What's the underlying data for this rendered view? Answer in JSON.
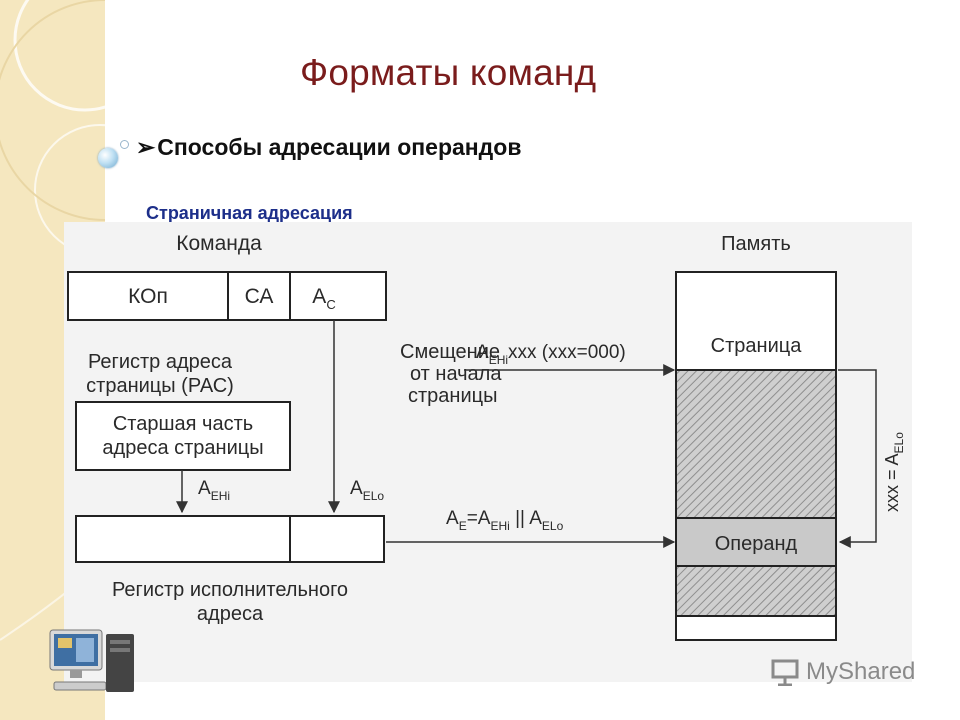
{
  "slide": {
    "title": "Форматы команд",
    "bullet": "Способы адресации операндов",
    "subtitle": "Страничная адресация"
  },
  "diagram": {
    "command_label": "Команда",
    "fields": {
      "kop": "КОп",
      "sa": "СА",
      "ac": "A",
      "ac_sub": "C"
    },
    "rar_label_line1": "Регистр адреса",
    "rar_label_line2": "страницы (РАС)",
    "rar_box_line1": "Старшая часть",
    "rar_box_line2": "адреса страницы",
    "offset_line1": "Смещение",
    "offset_line2": "от начала",
    "offset_line3": "страницы",
    "aehi_main": "A",
    "aehi_sub": "EHi",
    "aelo_main": "A",
    "aelo_sub": "ELo",
    "page_arrow_main": "A",
    "page_arrow_sub": "EHi",
    "page_arrow_tail": "xxx (xxx=000)",
    "formula_a": "A",
    "formula_e": "E",
    "formula_eq": "=A",
    "formula_ehi": "EHi",
    "formula_or": " || A",
    "formula_elo": "ELo",
    "exec_reg_line1": "Регистр исполнительного",
    "exec_reg_line2": "адреса",
    "memory_label": "Память",
    "page_cell": "Страница",
    "operand_cell": "Операнд",
    "side_main": "xxx = A",
    "side_sub": "ELo"
  },
  "watermark": {
    "text": "MyShared",
    "icon": "presentation-board-icon"
  },
  "decor": {
    "bullet_icon": "bullet-sphere-icon",
    "computer_icon": "desktop-computer-icon",
    "accent_title": "#7a1c1c",
    "accent_subtitle": "#1d2f8a",
    "strip_color": "#f5e7bf"
  }
}
